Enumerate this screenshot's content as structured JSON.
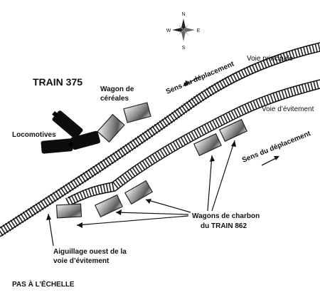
{
  "diagram": {
    "train_title": "TRAIN 375",
    "locomotives_label": "Locomotives",
    "grain_wagons_label_l1": "Wagon de",
    "grain_wagons_label_l2": "céréales",
    "main_track_label": "Voie principale",
    "siding_label": "Voie d’évitement",
    "direction_upper_label": "Sens du déplacement",
    "direction_lower_label": "Sens du déplacement",
    "coal_wagons_label_l1": "Wagons de charbon",
    "coal_wagons_label_l2": "du TRAIN 862",
    "switch_label_l1": "Aiguillage ouest de la",
    "switch_label_l2": "voie d’évitement",
    "scale_note": "PAS À L’ÉCHELLE",
    "compass": {
      "n": "N",
      "s": "S",
      "e": "E",
      "w": "W"
    },
    "compass_icon": "compass-rose-icon"
  }
}
